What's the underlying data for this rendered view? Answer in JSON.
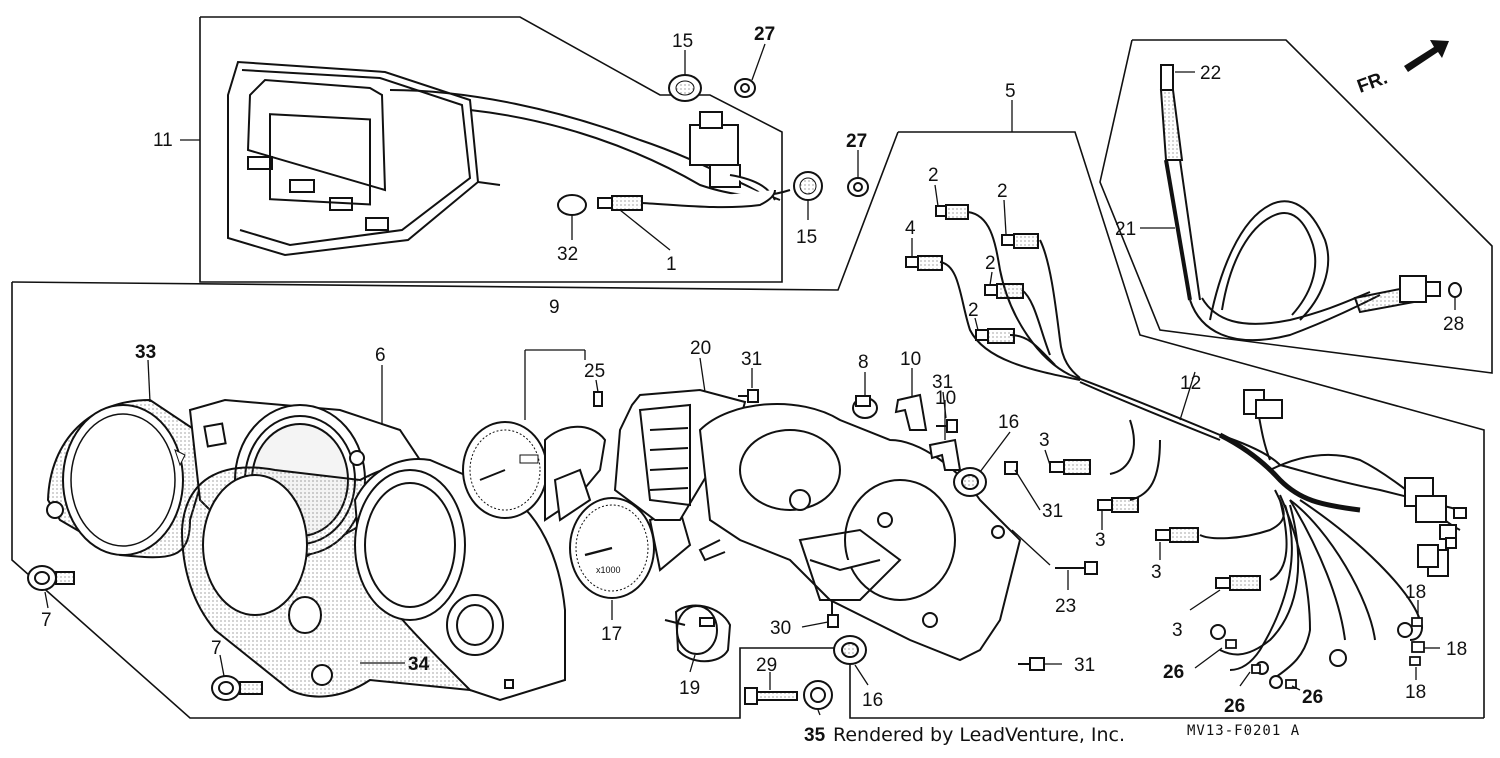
{
  "direction_label": "FR.",
  "footer": {
    "credit": "Rendered by LeadVenture, Inc.",
    "drawing_code": "MV13-F0201 A"
  },
  "gauge_label": "x1000",
  "callouts": [
    {
      "id": "1",
      "text": "1"
    },
    {
      "id": "11",
      "text": "11"
    },
    {
      "id": "15a",
      "text": "15"
    },
    {
      "id": "15b",
      "text": "15"
    },
    {
      "id": "27a",
      "text": "27"
    },
    {
      "id": "27b",
      "text": "27"
    },
    {
      "id": "32",
      "text": "32"
    },
    {
      "id": "5",
      "text": "5"
    },
    {
      "id": "2a",
      "text": "2"
    },
    {
      "id": "2b",
      "text": "2"
    },
    {
      "id": "2c",
      "text": "2"
    },
    {
      "id": "2d",
      "text": "2"
    },
    {
      "id": "4",
      "text": "4"
    },
    {
      "id": "22",
      "text": "22"
    },
    {
      "id": "21",
      "text": "21"
    },
    {
      "id": "28",
      "text": "28"
    },
    {
      "id": "33",
      "text": "33"
    },
    {
      "id": "6",
      "text": "6"
    },
    {
      "id": "9",
      "text": "9"
    },
    {
      "id": "25",
      "text": "25"
    },
    {
      "id": "20",
      "text": "20"
    },
    {
      "id": "31a",
      "text": "31"
    },
    {
      "id": "8",
      "text": "8"
    },
    {
      "id": "10a",
      "text": "10"
    },
    {
      "id": "31b",
      "text": "31"
    },
    {
      "id": "10b",
      "text": "10"
    },
    {
      "id": "16a",
      "text": "16"
    },
    {
      "id": "3a",
      "text": "3"
    },
    {
      "id": "31c",
      "text": "31"
    },
    {
      "id": "12",
      "text": "12"
    },
    {
      "id": "3b",
      "text": "3"
    },
    {
      "id": "3c",
      "text": "3"
    },
    {
      "id": "3d",
      "text": "3"
    },
    {
      "id": "7a",
      "text": "7"
    },
    {
      "id": "7b",
      "text": "7"
    },
    {
      "id": "34",
      "text": "34"
    },
    {
      "id": "17",
      "text": "17"
    },
    {
      "id": "19",
      "text": "19"
    },
    {
      "id": "30",
      "text": "30"
    },
    {
      "id": "29",
      "text": "29"
    },
    {
      "id": "16b",
      "text": "16"
    },
    {
      "id": "35",
      "text": "35"
    },
    {
      "id": "23",
      "text": "23"
    },
    {
      "id": "31d",
      "text": "31"
    },
    {
      "id": "26a",
      "text": "26"
    },
    {
      "id": "26b",
      "text": "26"
    },
    {
      "id": "26c",
      "text": "26"
    },
    {
      "id": "18a",
      "text": "18"
    },
    {
      "id": "18b",
      "text": "18"
    },
    {
      "id": "18c",
      "text": "18"
    }
  ]
}
